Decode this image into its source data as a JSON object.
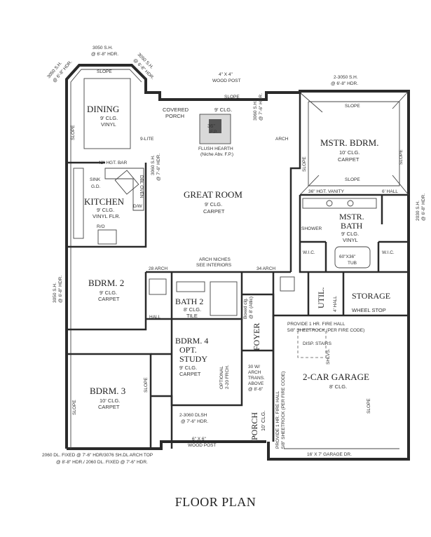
{
  "title": "FLOOR PLAN",
  "rooms": {
    "dining": {
      "name": "DINING",
      "l1": "9' CLG.",
      "l2": "VINYL"
    },
    "kitchen": {
      "name": "KITCHEN",
      "l1": "9' CLG.",
      "l2": "VINYL FLR."
    },
    "great_room": {
      "name": "GREAT ROOM",
      "l1": "9' CLG.",
      "l2": "CARPET"
    },
    "master_bedroom": {
      "name": "MSTR. BDRM.",
      "l1": "10' CLG.",
      "l2": "CARPET"
    },
    "master_bath": {
      "name": "MSTR.",
      "name2": "BATH",
      "l1": "9' CLG.",
      "l2": "VINYL"
    },
    "bedroom2": {
      "name": "BDRM. 2",
      "l1": "9' CLG.",
      "l2": "CARPET"
    },
    "bath2": {
      "name": "BATH 2",
      "l1": "8' CLG.",
      "l2": "TILE"
    },
    "bedroom4": {
      "name": "BDRM. 4",
      "name2": "OPT.",
      "name3": "STUDY",
      "l1": "9' CLG.",
      "l2": "CARPET"
    },
    "bedroom3": {
      "name": "BDRM. 3",
      "l1": "10' CLG.",
      "l2": "CARPET"
    },
    "garage": {
      "name": "2-CAR GARAGE",
      "l1": "8' CLG."
    },
    "storage": {
      "name": "STORAGE",
      "l1": "WHEEL STOP"
    },
    "foyer": {
      "name": "FOYER"
    },
    "porch": {
      "name": "PORCH",
      "l1": "10' CLG."
    },
    "covered_porch": {
      "name": "COVERED",
      "name2": "PORCH",
      "l1": "9' CLG."
    },
    "wic_left": {
      "name": "W.I.C."
    },
    "wic_right": {
      "name": "W.I.C."
    },
    "util": {
      "name": "UTIL."
    }
  },
  "notes": {
    "window_top_dining": "3050 S.H.",
    "window_top_dining_hdr": "@ 6'-8\" HDR.",
    "window_left_dining": "3050 S.H.",
    "window_left_dining_hdr": "@ 6'-8\" HDR.",
    "window_right_dining": "3050 S.H.",
    "window_right_dining_hdr": "@ 6'-8\" HDR.",
    "wood_post_top": "4\" X 4\"",
    "wood_post_top2": "WOOD POST",
    "window_master": "2-3050 S.H.",
    "window_master_hdr": "@ 6'-8\" HDR.",
    "window_bath_right": "2030 S.H.",
    "window_bath_right_hdr": "@ 6'-8\" HDR.",
    "window_bdrm2": "3050 S.H.",
    "window_bdrm2_hdr": "@ 6'-8\" HDR.",
    "slope": "SLOPE",
    "fp": "36\"",
    "fp2": "F.P.",
    "flush_hearth": "FLUSH HEARTH",
    "niche": "(Niche Abv. F.P.)",
    "arch": "ARCH",
    "door_3060": "3060 S.H.",
    "door_3060_hdr": "@ 7'-6\" HDR.",
    "door_3060b": "3060 S.H.",
    "door_3060b_hdr": "@ 7'-6\" HDR.",
    "bar": "42\" HGT. BAR",
    "sink": "SINK",
    "gd": "G.D.",
    "dw": "D/W",
    "ro": "R/O",
    "dbl_oven": "DBL OVEN",
    "vanity": "36\" HGT. VANITY",
    "hall_6": "6' HALL",
    "shower": "SHOWER",
    "tub": "60\"X36\"",
    "tub2": "TUB",
    "arch_niches": "ARCH NICHES",
    "arch_niches2": "SEE INTERIORS",
    "arch_28": "28 ARCH",
    "arch_34": "34 ARCH",
    "hall": "HALL",
    "opt_frch": "OPTIONAL",
    "opt_frch2": "2-20 FRCH.",
    "fire_hall": "PROVIDE 1 HR. FIRE HALL",
    "fire_hall2": "5/8\" SHEETROCK (PER FIRE CODE)",
    "fire_left": "PROVIDE 1 HR. FIRE HALL",
    "fire_left2": "5/8\" SHEETROCK (PER FIRE CODE)",
    "disp_stairs": "DISP. STAIRS",
    "shlvs": "SHLVS.",
    "trans": "30 W/",
    "trans2": "ARCH",
    "trans3": "TRANS.",
    "trans4": "ABOVE",
    "trans5": "@ 8'-6\"",
    "boxed": "Boxed clg.",
    "boxed2": "@ 8' (Attic)",
    "dlsh": "2-3060 DLSH",
    "dlsh2": "@ 7'-6\" HDR.",
    "post": "6\" X 6\"",
    "post2": "WOOD POST",
    "garage_door": "16' X 7' GARAGE DR.",
    "bottom_note1": "2060 DL. FIXED @ 7'-6\" HDR/3076 SH.DL ARCH TOP",
    "bottom_note2": "@ 8'-8\" HDR./ 2060 DL. FIXED @ 7'-6\" HDR.",
    "hall_4": "4' HALL",
    "nine_lite": "9-LITE"
  }
}
